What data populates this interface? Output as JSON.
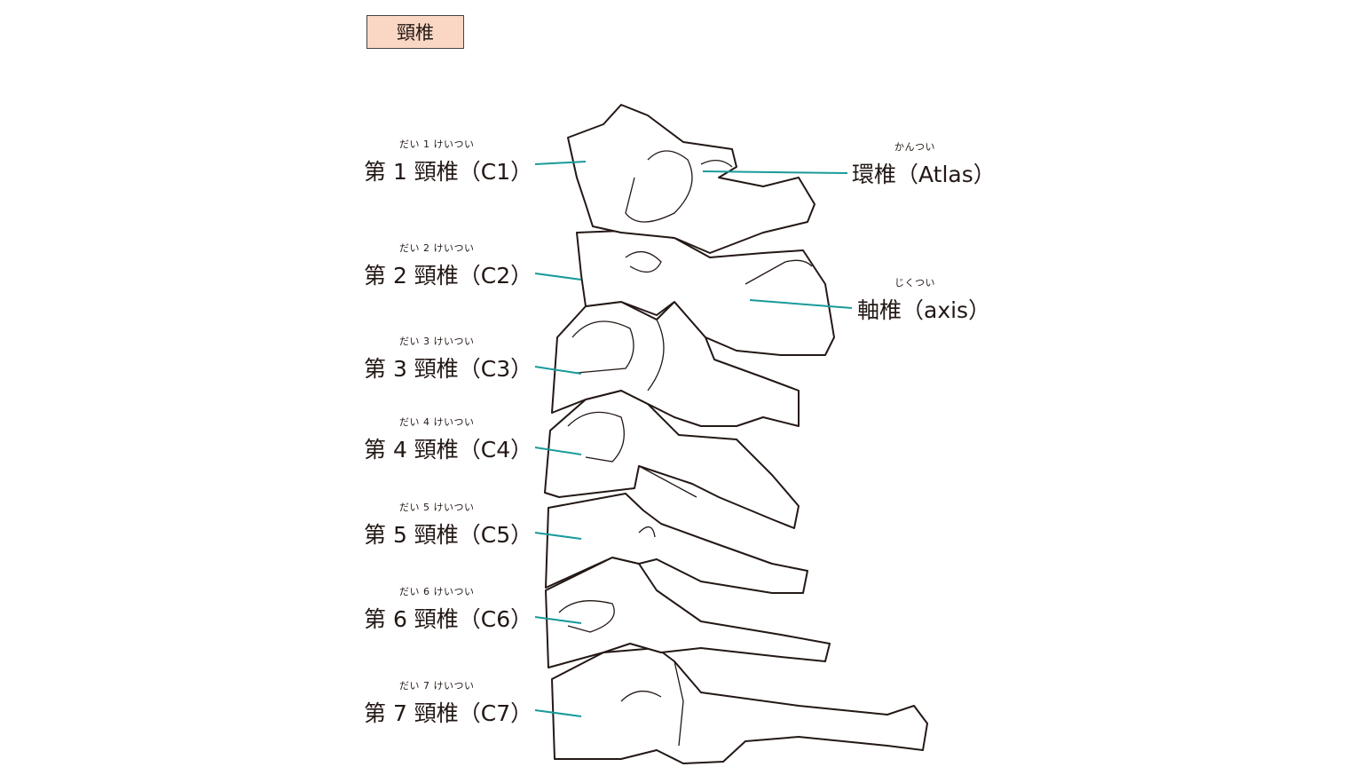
{
  "title": "頸椎",
  "left_labels": [
    {
      "ruby": "だい 1 けいつい",
      "text": "第 1 頸椎（C1）"
    },
    {
      "ruby": "だい 2 けいつい",
      "text": "第 2 頸椎（C2）"
    },
    {
      "ruby": "だい 3 けいつい",
      "text": "第 3 頸椎（C3）"
    },
    {
      "ruby": "だい 4 けいつい",
      "text": "第 4 頸椎（C4）"
    },
    {
      "ruby": "だい 5 けいつい",
      "text": "第 5 頸椎（C5）"
    },
    {
      "ruby": "だい 6 けいつい",
      "text": "第 6 頸椎（C6）"
    },
    {
      "ruby": "だい 7 けいつい",
      "text": "第 7 頸椎（C7）"
    }
  ],
  "right_labels": [
    {
      "ruby": "かんつい",
      "text": "環椎（Atlas）"
    },
    {
      "ruby": "じくつい",
      "text": "軸椎（axis）"
    }
  ],
  "colors": {
    "title_bg": "#f9d7c4",
    "leader": "#1a9a9a"
  }
}
